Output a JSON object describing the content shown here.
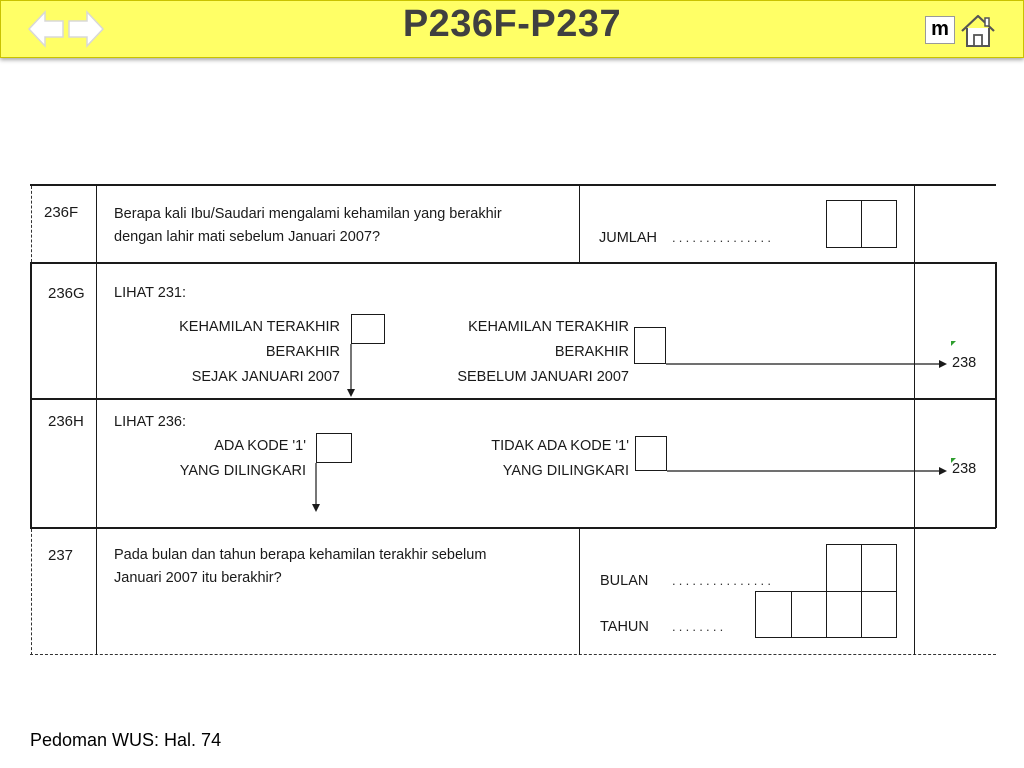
{
  "header": {
    "title": "P236F-P237",
    "menu_label": "m"
  },
  "questions": {
    "q236F": {
      "number": "236F",
      "text_line1": "Berapa kali Ibu/Saudari mengalami kehamilan yang berakhir",
      "text_line2": "dengan lahir mati sebelum Januari 2007?",
      "answer_label": "JUMLAH"
    },
    "q236G": {
      "number": "236G",
      "instruction": "LIHAT 231:",
      "option_left": [
        "KEHAMILAN TERAKHIR",
        "BERAKHIR",
        "SEJAK JANUARI 2007"
      ],
      "option_right": [
        "KEHAMILAN TERAKHIR",
        "BERAKHIR",
        "SEBELUM JANUARI 2007"
      ],
      "skip_to": "238"
    },
    "q236H": {
      "number": "236H",
      "instruction": "LIHAT 236:",
      "option_left": [
        "ADA KODE '1'",
        "YANG DILINGKARI"
      ],
      "option_right": [
        "TIDAK ADA KODE '1'",
        "YANG DILINGKARI"
      ],
      "skip_to": "238"
    },
    "q237": {
      "number": "237",
      "text_line1": "Pada bulan dan tahun berapa kehamilan terakhir sebelum",
      "text_line2": "Januari 2007 itu berakhir?",
      "answer_month_label": "BULAN",
      "answer_year_label": "TAHUN"
    }
  },
  "footer": {
    "reference": "Pedoman WUS: Hal. 74"
  },
  "colors": {
    "header_bg": "#ffff66",
    "skip_marker": "#2e9e2e"
  },
  "icons": [
    "back-arrow-icon",
    "forward-arrow-icon",
    "home-icon"
  ]
}
